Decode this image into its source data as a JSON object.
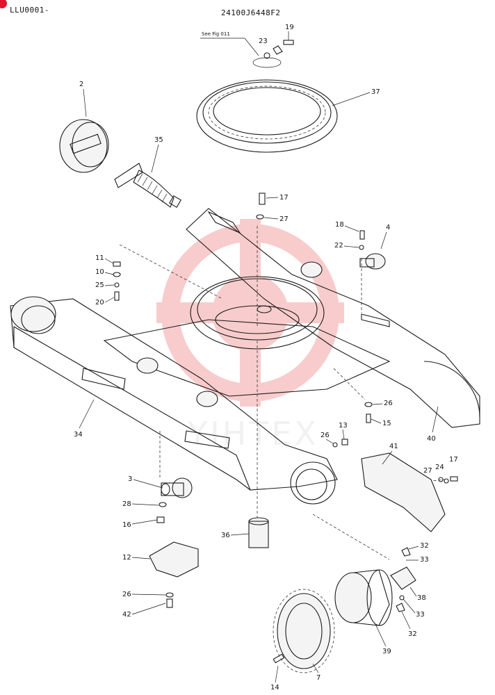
{
  "header": {
    "page_id": "LLU0001-",
    "drawing_number": "24100J6448F2",
    "badge_color": "#e0162b"
  },
  "reference_note": "See Fig 011",
  "watermark_text": "YIHTEX",
  "colors": {
    "watermark": "#f4a3a3",
    "line": "#1a1a1a"
  },
  "callouts": [
    "2",
    "35",
    "19",
    "23",
    "37",
    "17",
    "27",
    "18",
    "4",
    "22",
    "11",
    "10",
    "25",
    "20",
    "34",
    "26",
    "15",
    "13",
    "26",
    "40",
    "41",
    "27",
    "24",
    "17",
    "3",
    "28",
    "16",
    "36",
    "12",
    "26",
    "42",
    "32",
    "33",
    "38",
    "33",
    "32",
    "39",
    "7",
    "14"
  ]
}
